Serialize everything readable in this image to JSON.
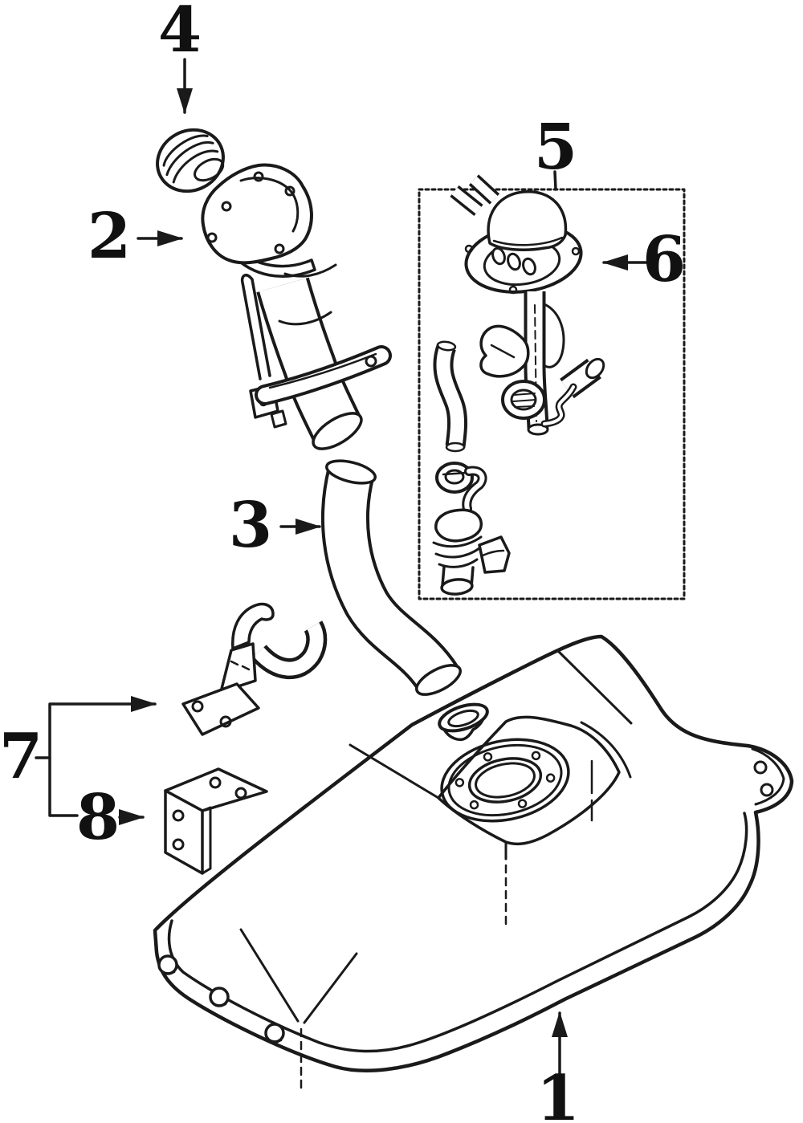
{
  "title": "Fuel tank exploded parts diagram",
  "colors": {
    "background": "#ffffff",
    "ink": "#1a1a1a"
  },
  "callouts": [
    {
      "label": "1",
      "part": "fuel-tank"
    },
    {
      "label": "2",
      "part": "filler-neck"
    },
    {
      "label": "3",
      "part": "filler-hose"
    },
    {
      "label": "4",
      "part": "fuel-cap"
    },
    {
      "label": "5",
      "part": "fuel-sender-assembly-box"
    },
    {
      "label": "6",
      "part": "fuel-sender-unit"
    },
    {
      "label": "7",
      "part": "upper-mounting-bracket"
    },
    {
      "label": "8",
      "part": "lower-mounting-bracket"
    }
  ]
}
